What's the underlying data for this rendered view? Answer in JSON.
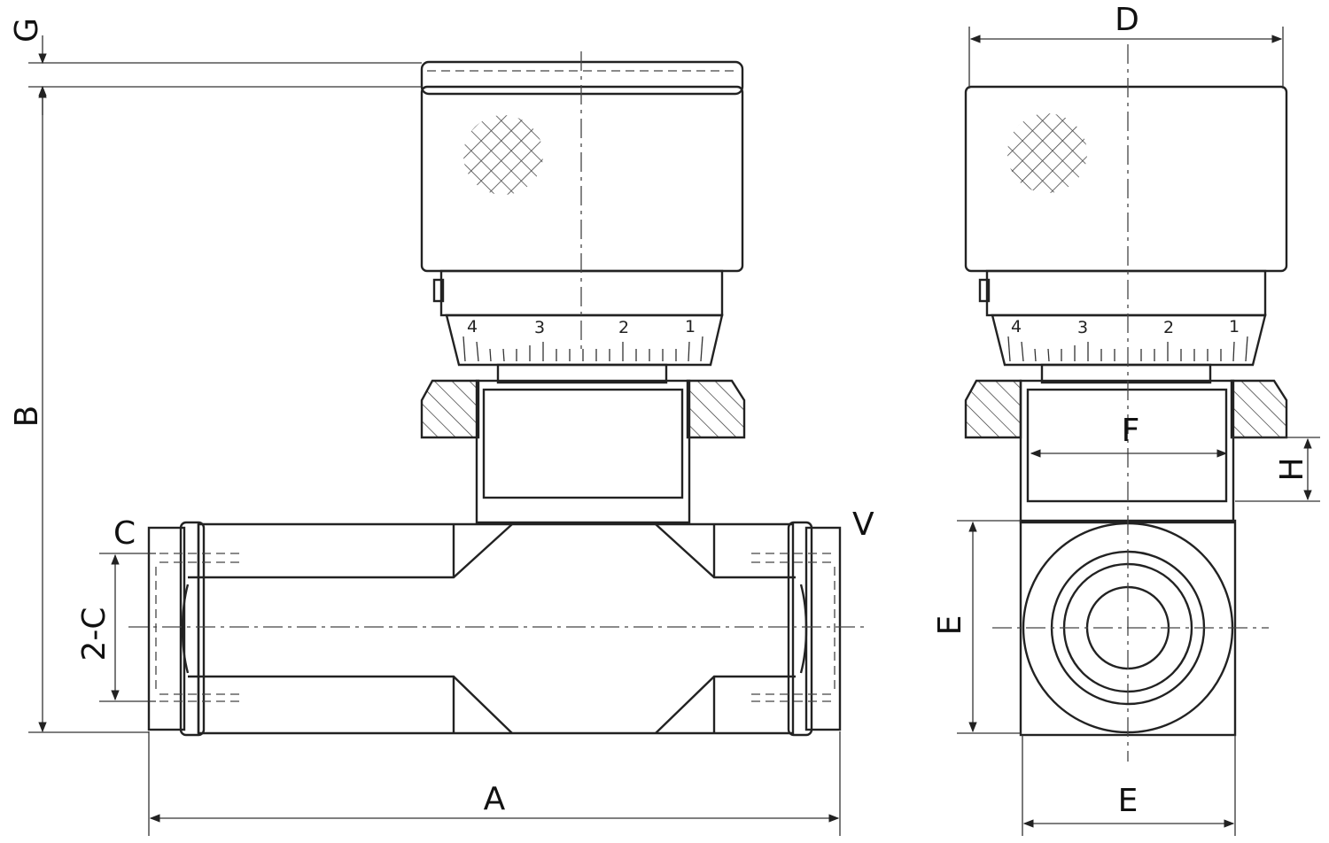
{
  "labels": {
    "A": "A",
    "B": "B",
    "C": "C",
    "two_c": "2-C",
    "D": "D",
    "E_side": "E",
    "E_bottom": "E",
    "F": "F",
    "G": "G",
    "H": "H",
    "V": "V"
  },
  "scale_ticks": [
    "4",
    "3",
    "2",
    "1"
  ]
}
